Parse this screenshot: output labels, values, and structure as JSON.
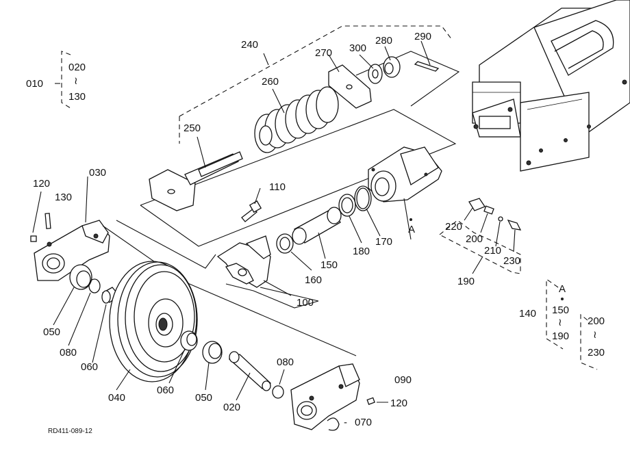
{
  "drawing": {
    "ref_code": "RD411-089-12",
    "callouts": {
      "c010": "010",
      "c020a": "020",
      "c130a": "130",
      "c030": "030",
      "c120a": "120",
      "c130b": "130",
      "c240": "240",
      "c250": "250",
      "c260": "260",
      "c270": "270",
      "c300": "300",
      "c280": "280",
      "c290": "290",
      "c110": "110",
      "c220": "220",
      "c200a": "200",
      "c210": "210",
      "c230a": "230",
      "c190a": "190",
      "c170": "170",
      "c180": "180",
      "c150a": "150",
      "c160": "160",
      "c100": "100",
      "c050a": "050",
      "c080a": "080",
      "c060a": "060",
      "c040": "040",
      "c060b": "060",
      "c050b": "050",
      "c020b": "020",
      "c080b": "080",
      "c090": "090",
      "c120b": "120",
      "c070": "070",
      "c140": "140",
      "c150b": "150",
      "c190b": "190",
      "c200b": "200",
      "c230b": "230"
    },
    "ref_letters": {
      "a1": "A",
      "a2": "A"
    },
    "tildes": {
      "t1": "≀",
      "t2": "≀",
      "t3": "≀"
    },
    "dashes": {
      "d1": "-"
    }
  }
}
